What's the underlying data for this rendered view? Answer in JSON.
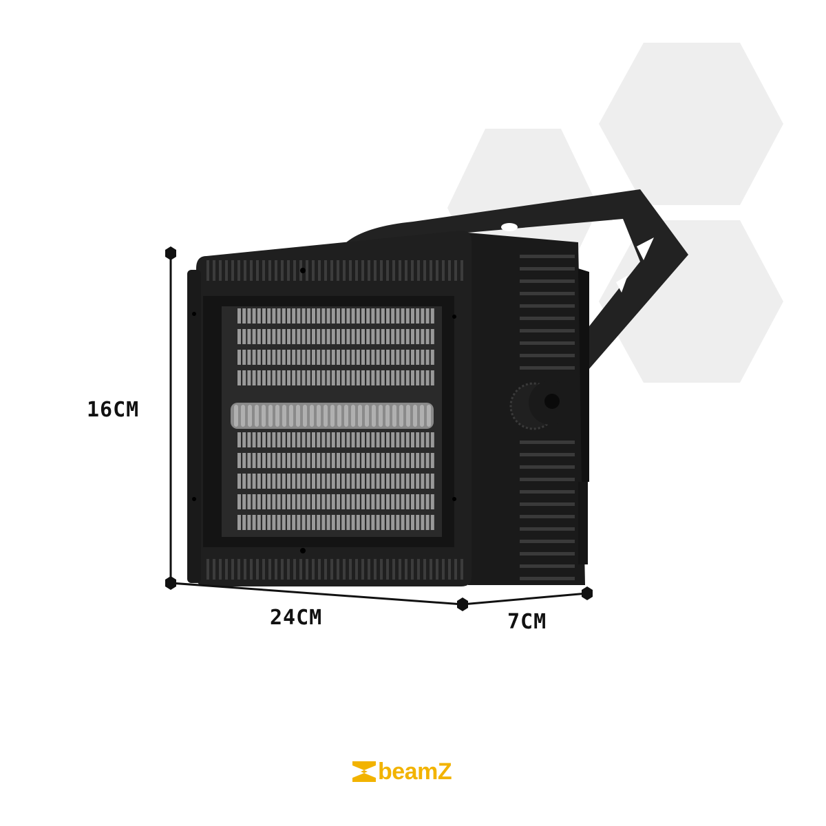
{
  "dimensions": {
    "height": "16CM",
    "width": "24CM",
    "depth": "7CM"
  },
  "brand": {
    "name": "beamZ",
    "color": "#f2b300"
  },
  "colors": {
    "hexagons": "#eeeeee",
    "housing": "#1c1c1c",
    "led": "#9a9a9a"
  }
}
